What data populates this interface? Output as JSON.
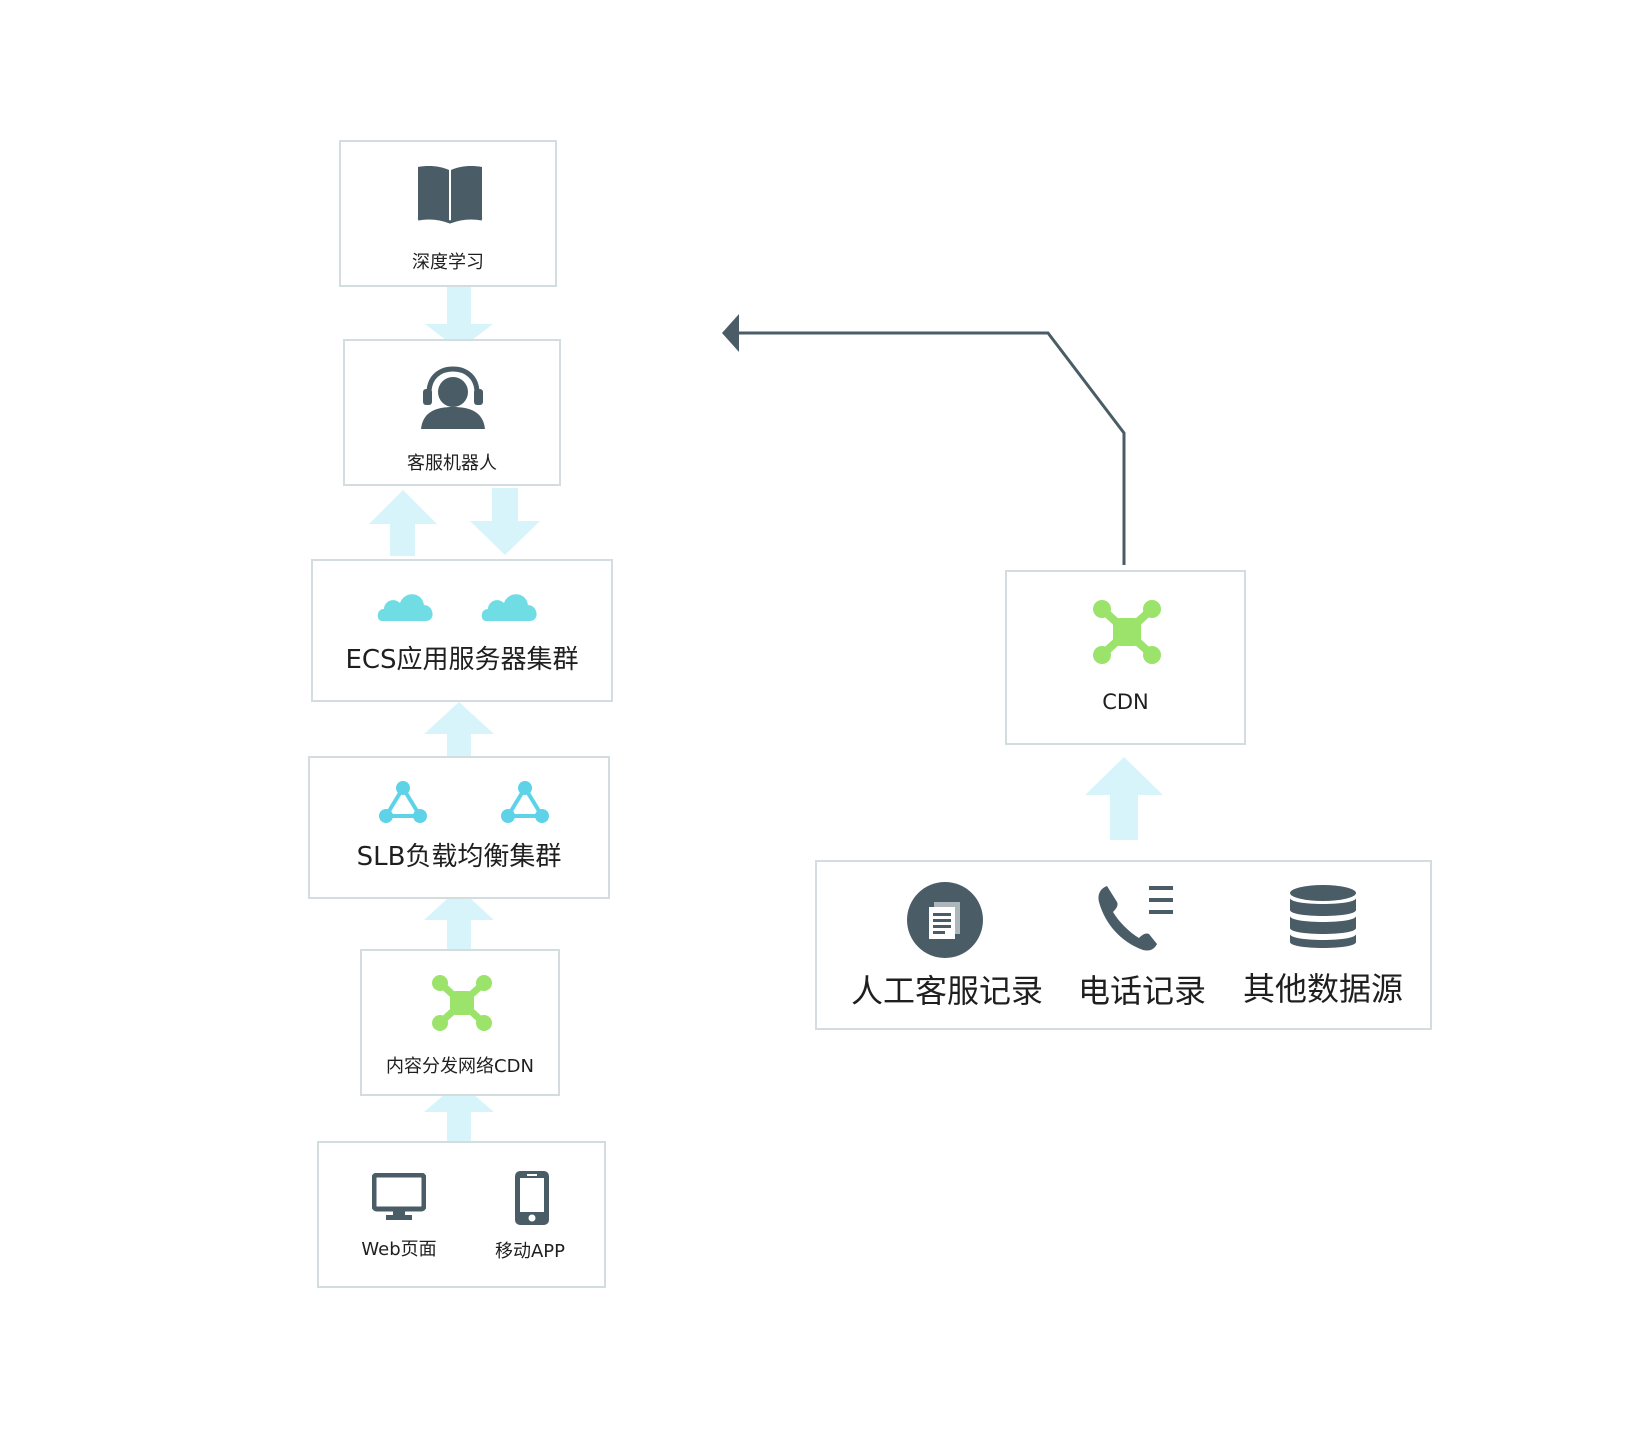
{
  "nodes": {
    "deep_learning": {
      "label": "深度学习",
      "icon": "book-icon"
    },
    "chatbot": {
      "label": "客服机器人",
      "icon": "headset-agent-icon"
    },
    "ecs": {
      "label": "ECS应用服务器集群",
      "icon": "cloud-icon"
    },
    "slb": {
      "label": "SLB负载均衡集群",
      "icon": "network-triangle-icon"
    },
    "cdn_left": {
      "label": "内容分发网络CDN",
      "icon": "cdn-node-icon"
    },
    "clients": {
      "web": {
        "label": "Web页面",
        "icon": "monitor-icon"
      },
      "mobile": {
        "label": "移动APP",
        "icon": "phone-icon"
      }
    },
    "cdn_right": {
      "label": "CDN",
      "icon": "cdn-node-icon"
    },
    "sources": {
      "manual": {
        "label": "人工客服记录",
        "icon": "document-icon"
      },
      "phone": {
        "label": "电话记录",
        "icon": "phone-call-icon"
      },
      "other": {
        "label": "其他数据源",
        "icon": "database-icon"
      }
    }
  },
  "colors": {
    "box_border": "#d3dde0",
    "flow_arrow": "#d8f4fb",
    "dark_icon": "#4a5d66",
    "cloud": "#6fdde3",
    "network": "#5ed3e8",
    "cdn": "#9be36a",
    "line": "#4a5d66"
  }
}
